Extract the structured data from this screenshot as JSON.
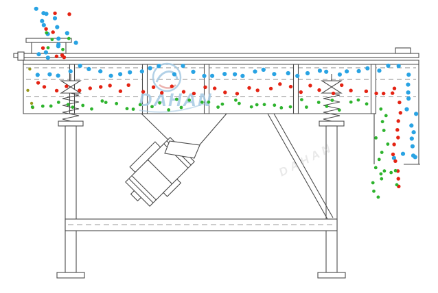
{
  "watermark": {
    "brand": "DAHAN",
    "faint": "DAHAN"
  },
  "palette": {
    "line": "#4a4a4a",
    "dash": "#8a8a8a",
    "blue": "#29a3e3",
    "red": "#e42313",
    "green": "#2db32d",
    "olive": "#97971c",
    "watermark": "#a5c9e3",
    "watermark_red": "#e8a5a0",
    "watermark_faint": "#cccccc"
  },
  "particles": {
    "seed": 7,
    "dot_note": "blue = oversize on top deck, red = middle grade, green = fines on bottom deck",
    "layers": [
      {
        "name": "feed-stream-blue",
        "color": "blue",
        "r": 3.1,
        "mode": "scatter",
        "region": [
          52,
          8,
          112,
          86
        ],
        "count": 16
      },
      {
        "name": "feed-stream-red",
        "color": "red",
        "r": 2.7,
        "mode": "scatter",
        "region": [
          58,
          18,
          110,
          86
        ],
        "count": 8
      },
      {
        "name": "feed-stream-green",
        "color": "green",
        "r": 2.4,
        "mode": "scatter",
        "region": [
          62,
          42,
          104,
          86
        ],
        "count": 5
      },
      {
        "name": "left-wall-olive",
        "color": "olive",
        "r": 2.2,
        "mode": "scatter",
        "region": [
          39,
          98,
          52,
          162
        ],
        "count": 5
      },
      {
        "name": "top-deck-blue",
        "color": "blue",
        "r": 3.1,
        "mode": "horizontal",
        "region": [
          46,
          96,
          606,
          111
        ],
        "count": 37
      },
      {
        "name": "mid-deck-red",
        "color": "red",
        "r": 2.7,
        "mode": "horizontal",
        "region": [
          44,
          120,
          584,
          137
        ],
        "count": 35
      },
      {
        "name": "bottom-deck-green",
        "color": "green",
        "r": 2.4,
        "mode": "horizontal",
        "region": [
          42,
          145,
          540,
          161
        ],
        "count": 41
      },
      {
        "name": "chute-blue",
        "color": "blue",
        "r": 3.1,
        "mode": "vertical",
        "region": [
          592,
          116,
          607,
          234
        ],
        "count": 10
      },
      {
        "name": "chute-blue-corner",
        "color": "blue",
        "r": 3.1,
        "mode": "horizontal",
        "region": [
          572,
          224,
          604,
          236
        ],
        "count": 3
      },
      {
        "name": "chute-red",
        "color": "red",
        "r": 2.7,
        "mode": "vertical",
        "region": [
          566,
          132,
          586,
          280
        ],
        "count": 12
      },
      {
        "name": "chute-green",
        "color": "green",
        "r": 2.4,
        "mode": "vertical",
        "region": [
          546,
          154,
          566,
          268
        ],
        "count": 11
      },
      {
        "name": "spill-green",
        "color": "green",
        "r": 2.4,
        "mode": "scatter",
        "region": [
          543,
          240,
          578,
          296
        ],
        "count": 7
      }
    ]
  }
}
